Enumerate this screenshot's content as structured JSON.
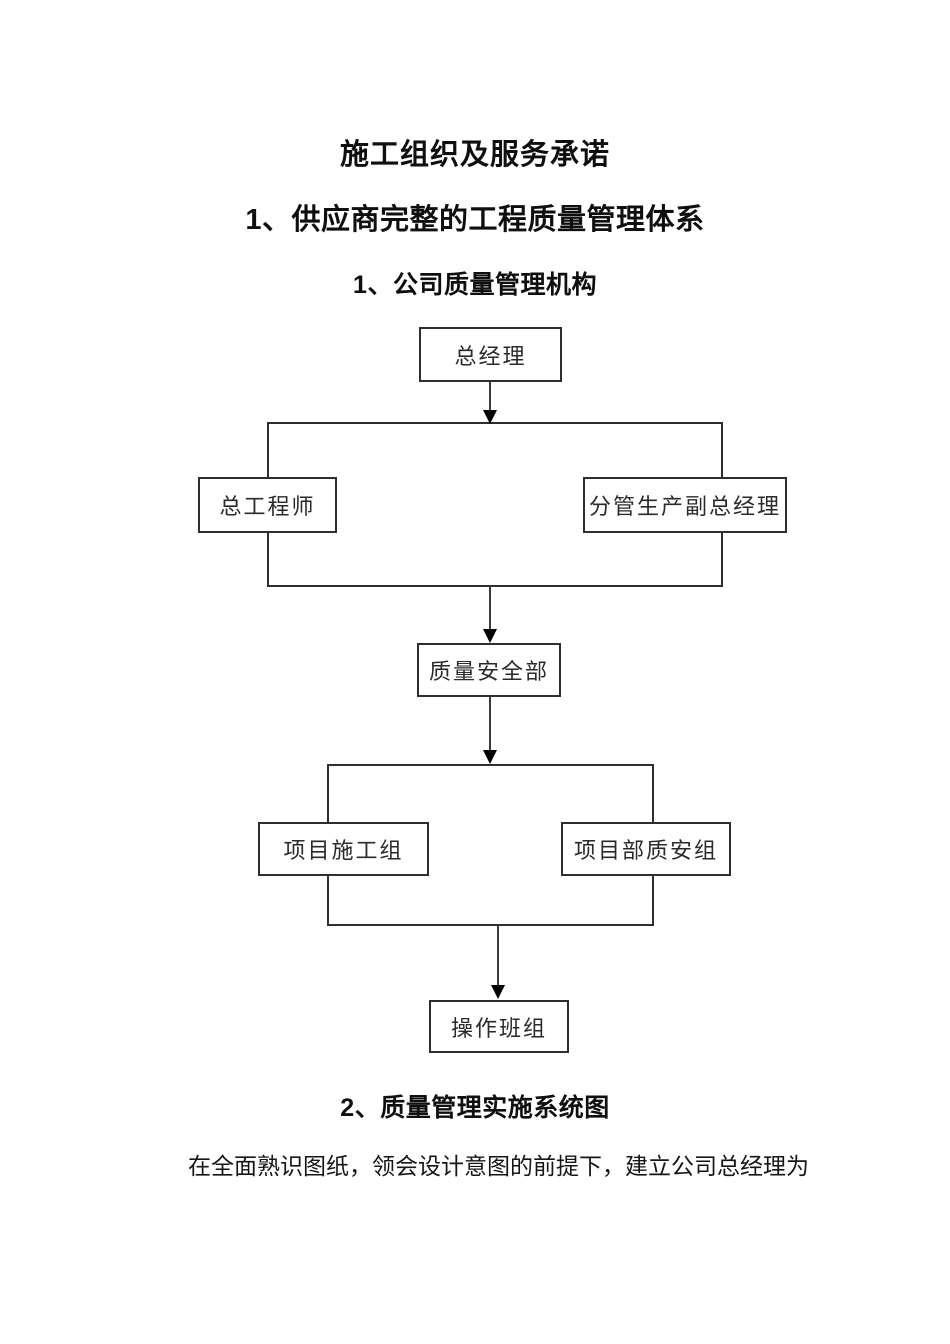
{
  "document": {
    "title": "施工组织及服务承诺",
    "section_heading": "1、供应商完整的工程质量管理体系",
    "subsection_1_heading": "1、公司质量管理机构",
    "subsection_2_heading": "2、质量管理实施系统图",
    "body_paragraph": "在全面熟识图纸，领会设计意图的前提下，建立公司总经理为"
  },
  "org_chart": {
    "description": "company-quality-management-organization-flowchart",
    "nodes": {
      "general_manager": "总经理",
      "chief_engineer": "总工程师",
      "deputy_gm_production": "分管生产副总经理",
      "quality_safety_dept": "质量安全部",
      "project_construction_group": "项目施工组",
      "project_dept_quality_safety_group": "项目部质安组",
      "operation_team": "操作班组"
    },
    "edges": [
      "general_manager -> (chief_engineer, deputy_gm_production)",
      "(chief_engineer, deputy_gm_production) -> quality_safety_dept",
      "quality_safety_dept -> (project_construction_group, project_dept_quality_safety_group)",
      "(project_construction_group, project_dept_quality_safety_group) -> operation_team"
    ],
    "line_color": "#2e2e2e",
    "box_background": "#ffffff"
  }
}
